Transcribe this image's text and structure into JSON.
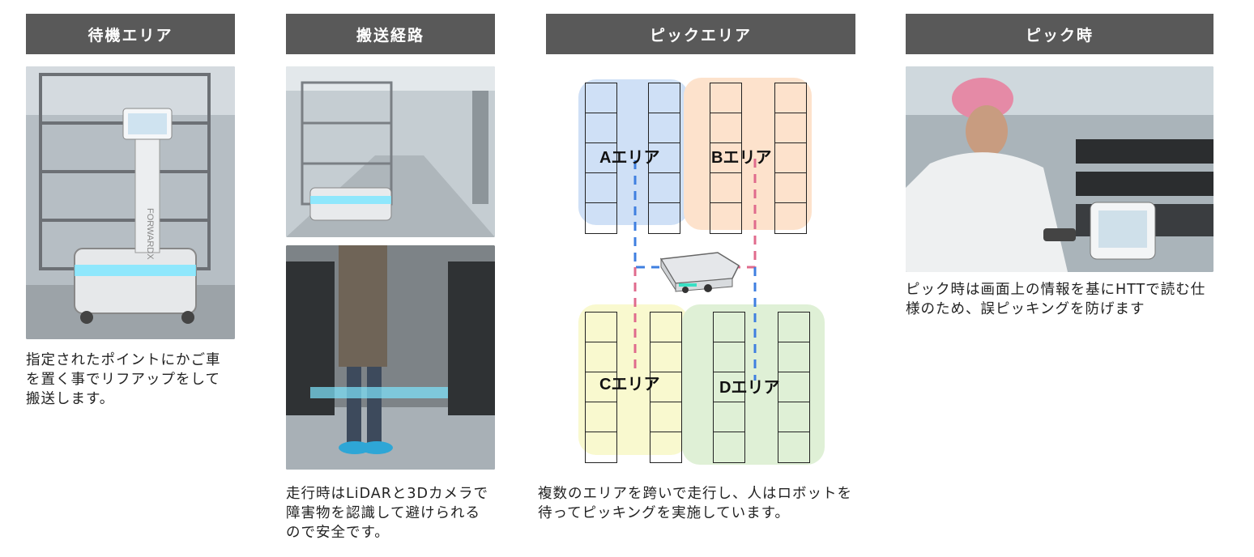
{
  "columns": {
    "standby": {
      "title": "待機エリア",
      "caption": "指定されたポイントにかご車を置く事でリフアップをして搬送します。"
    },
    "transport": {
      "title": "搬送経路",
      "caption": "走行時はLiDARと3Dカメラで障害物を認識して避けられるので安全です。"
    },
    "pick_area": {
      "title": "ピックエリア",
      "caption": "複数のエリアを跨いで走行し、人はロボットを待ってピッキングを実施しています。",
      "zones": [
        "Aエリア",
        "Bエリア",
        "Cエリア",
        "Dエリア"
      ]
    },
    "picking": {
      "title": "ピック時",
      "caption": "ピック時は画面上の情報を基にHTTで読む仕様のため、誤ピッキングを防げます"
    }
  },
  "photo_texts": {
    "robot_brand": "FORWARDX"
  },
  "colors": {
    "header_bg": "#595959",
    "zone_a": "#cfe0f6",
    "zone_b": "#fde2cc",
    "zone_c": "#f9f9cf",
    "zone_d": "#dff0d6",
    "route_blue": "#3f7fe0",
    "route_pink": "#e06b8d"
  }
}
